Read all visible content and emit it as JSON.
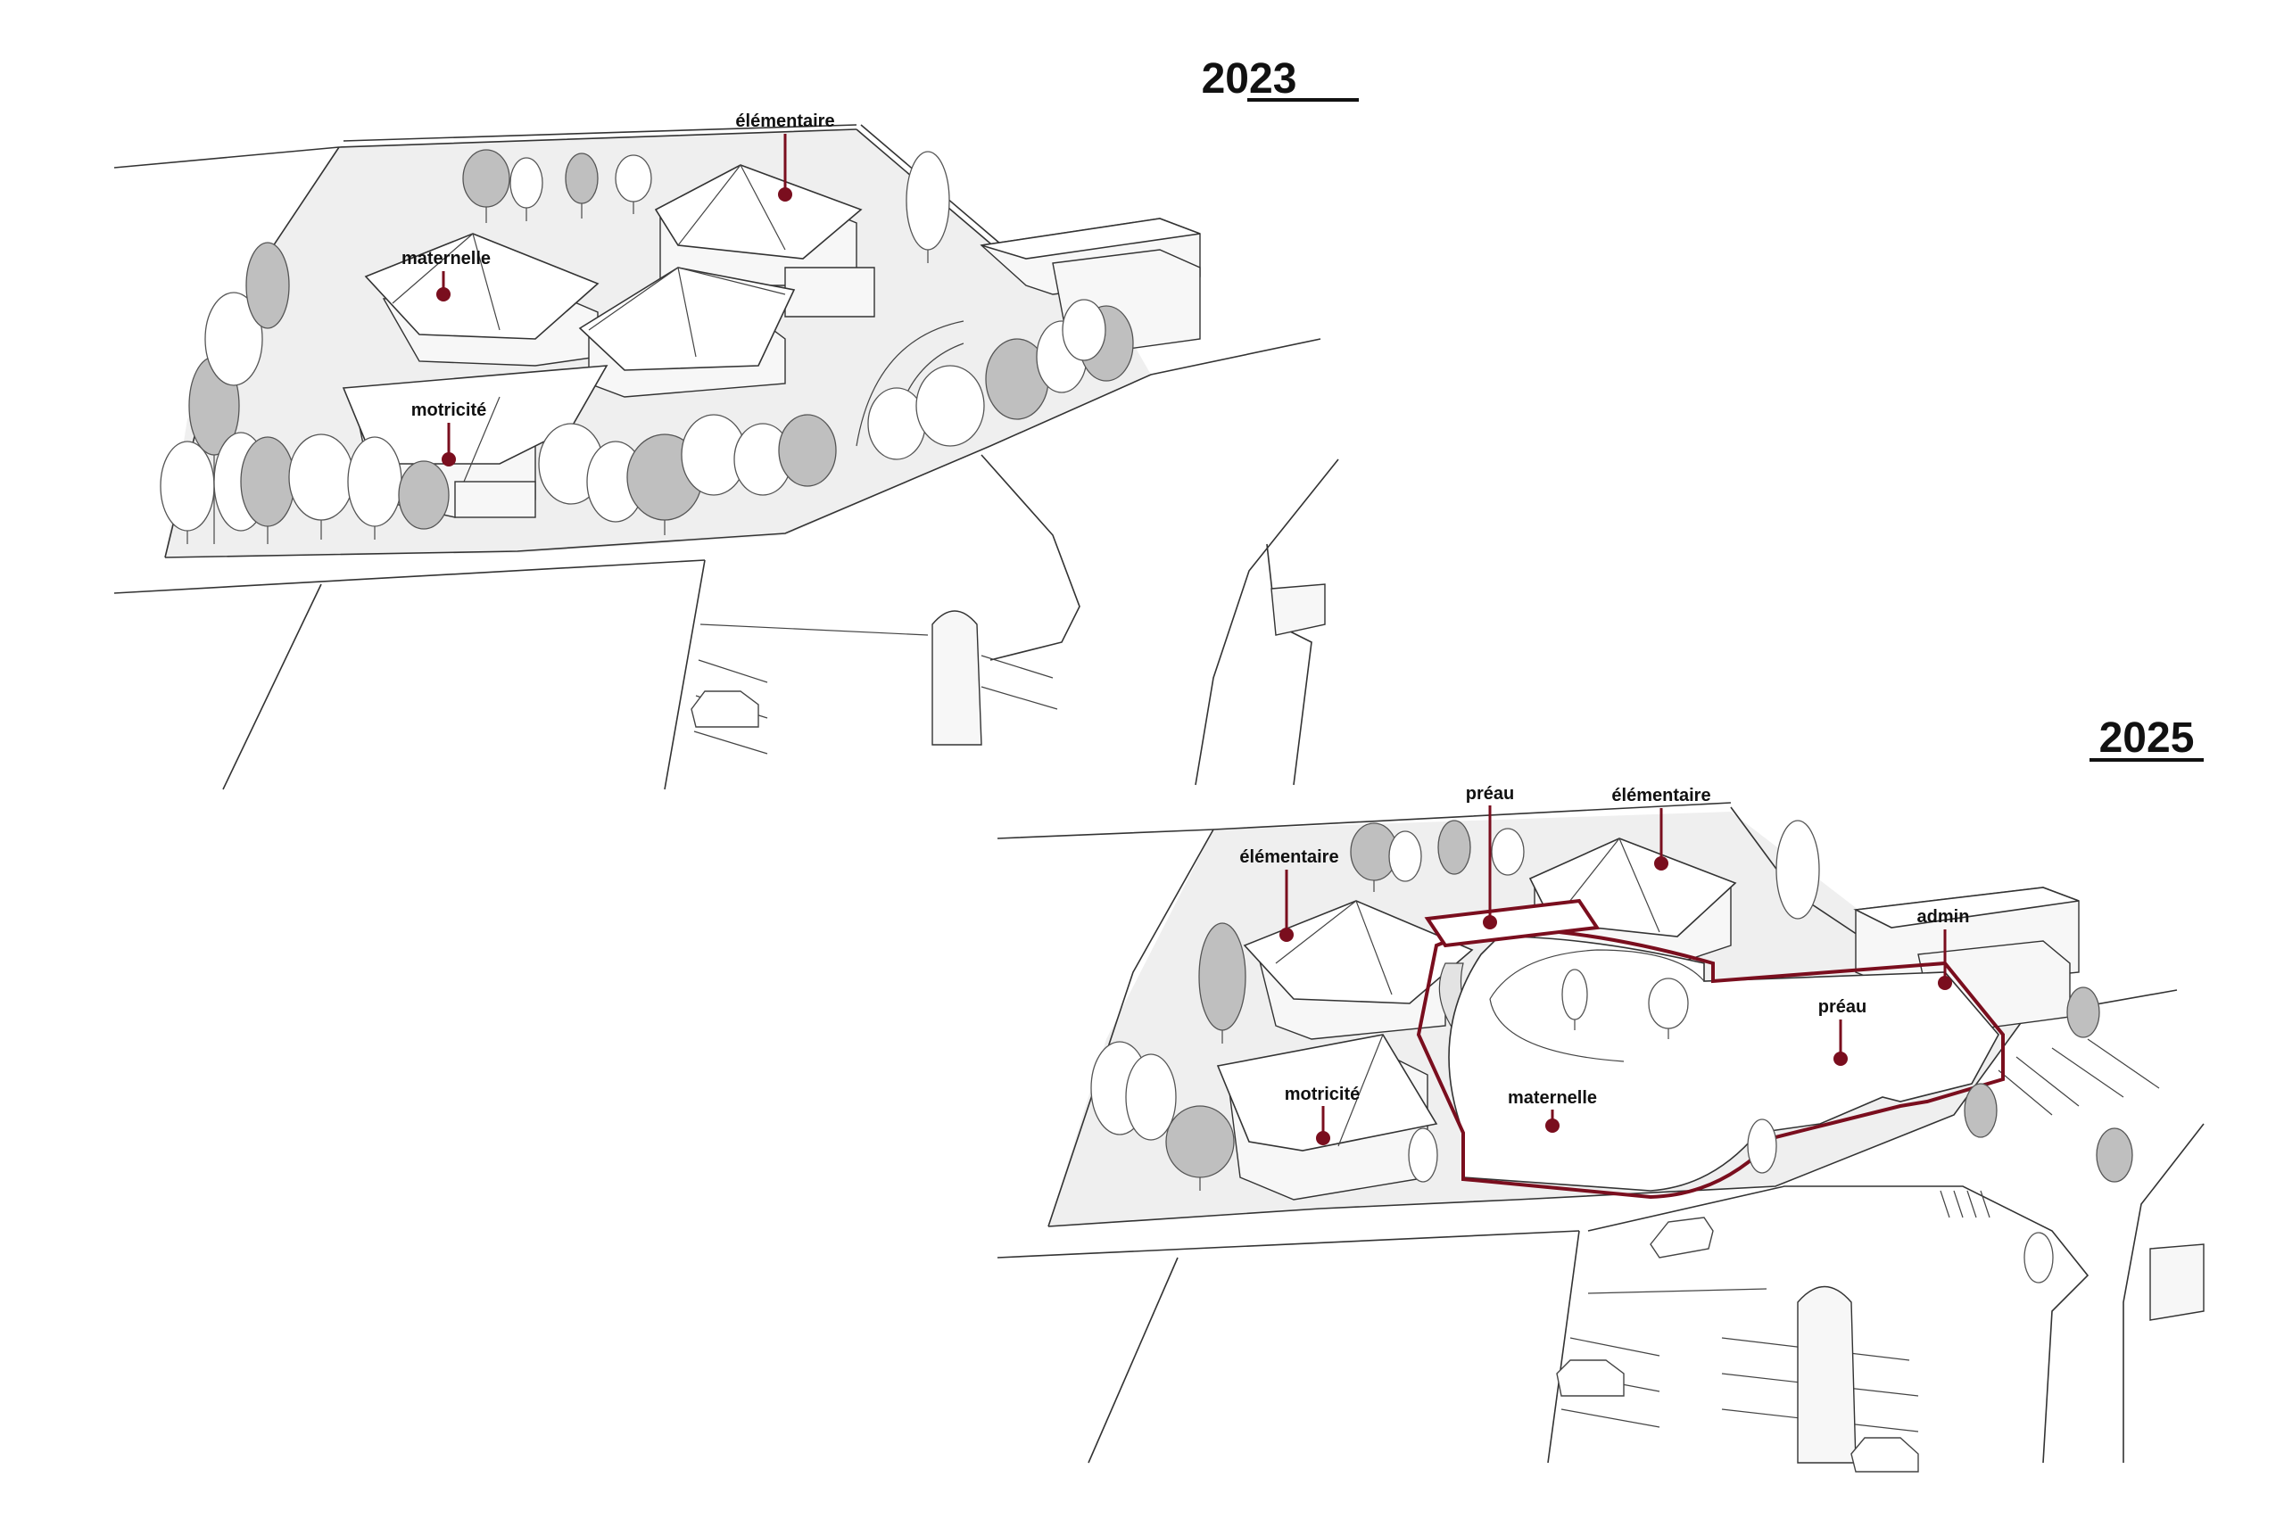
{
  "years": {
    "before": "2023",
    "after": "2025"
  },
  "labels_2023": {
    "elementaire": "élémentaire",
    "maternelle": "maternelle",
    "motricite": "motricité"
  },
  "labels_2025": {
    "preau_top": "préau",
    "elementaire_top": "élémentaire",
    "elementaire_left": "élémentaire",
    "admin": "admin",
    "preau_right": "préau",
    "motricite": "motricité",
    "maternelle": "maternelle"
  },
  "colors": {
    "accent": "#7a0e1e",
    "line": "#333333",
    "tree_gray": "#bfbfbf"
  }
}
